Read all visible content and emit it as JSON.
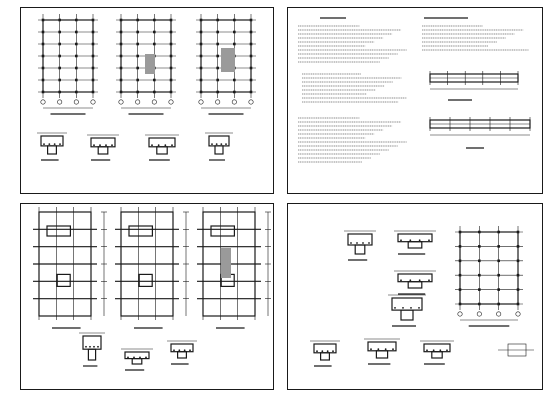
{
  "sheets": [
    {
      "id": "sheet-1",
      "name": "floor-plans-sheet"
    },
    {
      "id": "sheet-2",
      "name": "general-notes-sheet"
    },
    {
      "id": "sheet-3",
      "name": "wall-elevation-sheet"
    },
    {
      "id": "sheet-4",
      "name": "structural-details-sheet"
    }
  ],
  "colors": {
    "line": "#1a1a1a",
    "paper": "#ffffff",
    "hatch": "#9a9a9a"
  }
}
